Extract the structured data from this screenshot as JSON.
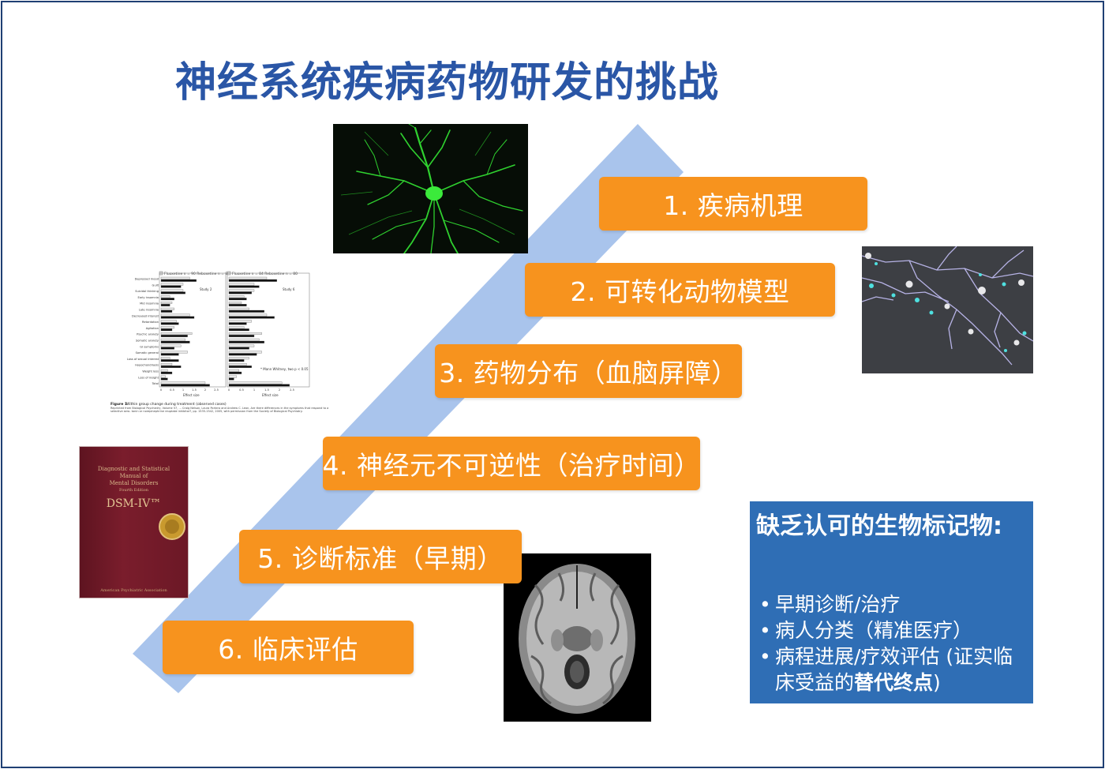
{
  "title": "神经系统疾病药物研发的挑战",
  "steps": [
    {
      "label": "1. 疾病机理"
    },
    {
      "label": "2. 可转化动物模型"
    },
    {
      "label": "3. 药物分布（血脑屏障）"
    },
    {
      "label": "4. 神经元不可逆性（治疗时间）"
    },
    {
      "label": "5. 诊断标准（早期）"
    },
    {
      "label": "6. 临床评估"
    }
  ],
  "figure": {
    "legend_left": "Fluoxetine n = 90  Reboxetine n = 84",
    "legend_right": "Fluoxetine n = 84  Reboxetine n = 80",
    "study_left": "Study 2",
    "study_right": "Study 6",
    "rows": [
      "Depressed mood",
      "Guilt",
      "Suicidal thinking",
      "Early insomnia",
      "Mid insomnia",
      "Late insomnia",
      "Decreased interest",
      "Retardation",
      "Agitation",
      "Psychic anxiety",
      "Somatic anxiety",
      "GI symptoms",
      "Somatic general",
      "Loss of sexual interest",
      "Hypochondriasis",
      "Weight loss",
      "Loss of insight",
      "Total"
    ],
    "bars_left": [
      [
        1.3,
        1.6
      ],
      [
        1.0,
        0.9
      ],
      [
        1.0,
        1.1
      ],
      [
        0.4,
        0.6
      ],
      [
        0.5,
        0.4
      ],
      [
        0.6,
        0.5
      ],
      [
        1.3,
        1.5
      ],
      [
        0.7,
        0.8
      ],
      [
        0.6,
        0.5
      ],
      [
        1.4,
        1.2
      ],
      [
        1.1,
        1.3
      ],
      [
        0.9,
        0.6
      ],
      [
        1.2,
        0.8
      ],
      [
        0.4,
        0.8
      ],
      [
        0.5,
        0.9
      ],
      [
        0.3,
        0.5
      ],
      [
        0.2,
        0.3
      ],
      [
        2.0,
        2.2
      ]
    ],
    "bars_right": [
      [
        1.5,
        1.9
      ],
      [
        1.0,
        1.2
      ],
      [
        1.0,
        0.9
      ],
      [
        0.6,
        0.7
      ],
      [
        0.5,
        0.7
      ],
      [
        0.8,
        1.4
      ],
      [
        1.5,
        1.8
      ],
      [
        0.9,
        0.7
      ],
      [
        0.6,
        0.8
      ],
      [
        1.3,
        1.0
      ],
      [
        1.2,
        1.4
      ],
      [
        1.0,
        0.8
      ],
      [
        1.3,
        1.1
      ],
      [
        0.8,
        0.6
      ],
      [
        0.7,
        0.9
      ],
      [
        0.4,
        0.5
      ],
      [
        0.3,
        0.2
      ],
      [
        2.1,
        2.4
      ]
    ],
    "x_ticks": [
      "0",
      "0.5",
      "1",
      "1.5",
      "2",
      "2.5"
    ],
    "xlabel": "Effect size",
    "note": "* Mann Whitney, two p < 0.05",
    "caption_title": "Figure 1",
    "caption_text": "Within group change during treatment (observed cases)",
    "caption_small": "Reprinted from Biological Psychiatry, Volume 57, ... Craig Nelson, Laura Portera and Andrew C. Leon, Are there differences in the symptoms that respond to a selective sero- tonin or norepinephrine reuptake inhibitor?, pp. 1535-1542, 2005, with permission from the Society of Biological Psychiatry."
  },
  "dsm": {
    "title_line1": "Diagnostic and Statistical",
    "title_line2": "Manual of",
    "title_line3": "Mental Disorders",
    "edition": "Fourth Edition",
    "main": "DSM-IV™",
    "publisher": "American Psychiatric Association"
  },
  "note": {
    "heading": "缺乏认可的生物标记物:",
    "items": [
      {
        "text": "早期诊断/治疗"
      },
      {
        "text": "病人分类（精准医疗）"
      },
      {
        "text_before": "病程进展/疗效评估 (证实临床受益的",
        "text_bold": "替代终点",
        "text_after": ")"
      }
    ]
  },
  "colors": {
    "title": "#2a56a6",
    "step_fill": "#f7931e",
    "arrow_band": "#a9c4ec",
    "note_fill": "#2f6eb5",
    "frame": "#1f3f73"
  }
}
